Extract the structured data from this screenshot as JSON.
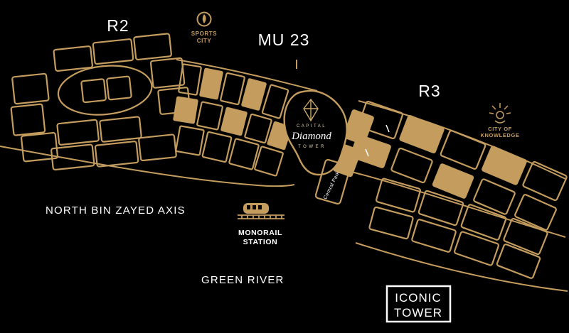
{
  "colors": {
    "gold": "#C49D5E",
    "background": "#000000",
    "label": "#FFFFFF"
  },
  "districts": {
    "r2": "R2",
    "mu23": "MU 23",
    "r3": "R3"
  },
  "landmarks": {
    "sports_city": {
      "line1": "SPORTS",
      "line2": "CITY"
    },
    "city_of_knowledge": {
      "line1": "CITY OF",
      "line2": "KNOWLEDGE"
    },
    "monorail_station": {
      "line1": "MONORAIL",
      "line2": "STATION"
    },
    "iconic_tower": {
      "line1": "ICONIC",
      "line2": "TOWER"
    },
    "central_park": "Central Park",
    "north_bin_zayed_axis": "NORTH BIN ZAYED AXIS",
    "green_river": "GREEN RIVER"
  },
  "logo": {
    "top": "CAPITAL",
    "name": "Diamond",
    "bottom": "TOWER"
  }
}
